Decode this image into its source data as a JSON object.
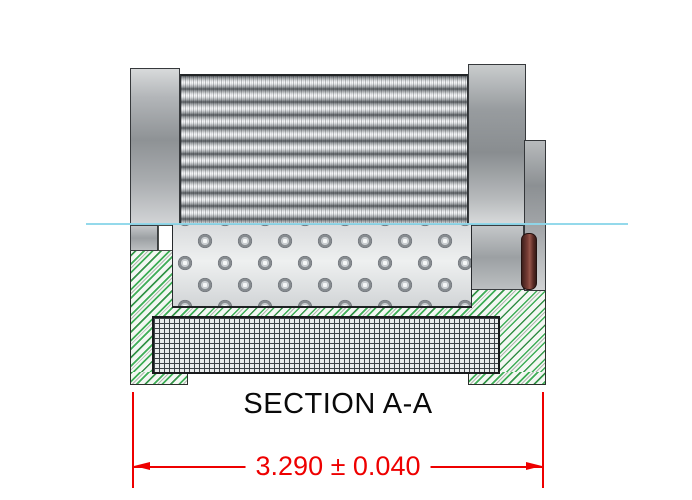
{
  "drawing": {
    "section_label": "SECTION A-A",
    "dimension": {
      "text": "3.290 ± 0.040"
    },
    "components": {
      "left_end_cap": "left end cap",
      "right_end_cap": "right end cap",
      "pleated_media": "pleated filter media",
      "perforated_core": "perforated core tube",
      "wire_mesh": "wire mesh screen",
      "outer_sleeve": "outer sleeve",
      "o_ring_seal": "o-ring seal",
      "centerline": "centerline"
    }
  },
  "colors": {
    "dimension_red": "#ee0000",
    "hatch_green": "#3fae57",
    "centerline_blue": "#8ed7ea",
    "seal_maroon": "#7c4038",
    "mesh_dark": "#3c4146",
    "metal_gray": "#9a9ea1"
  }
}
